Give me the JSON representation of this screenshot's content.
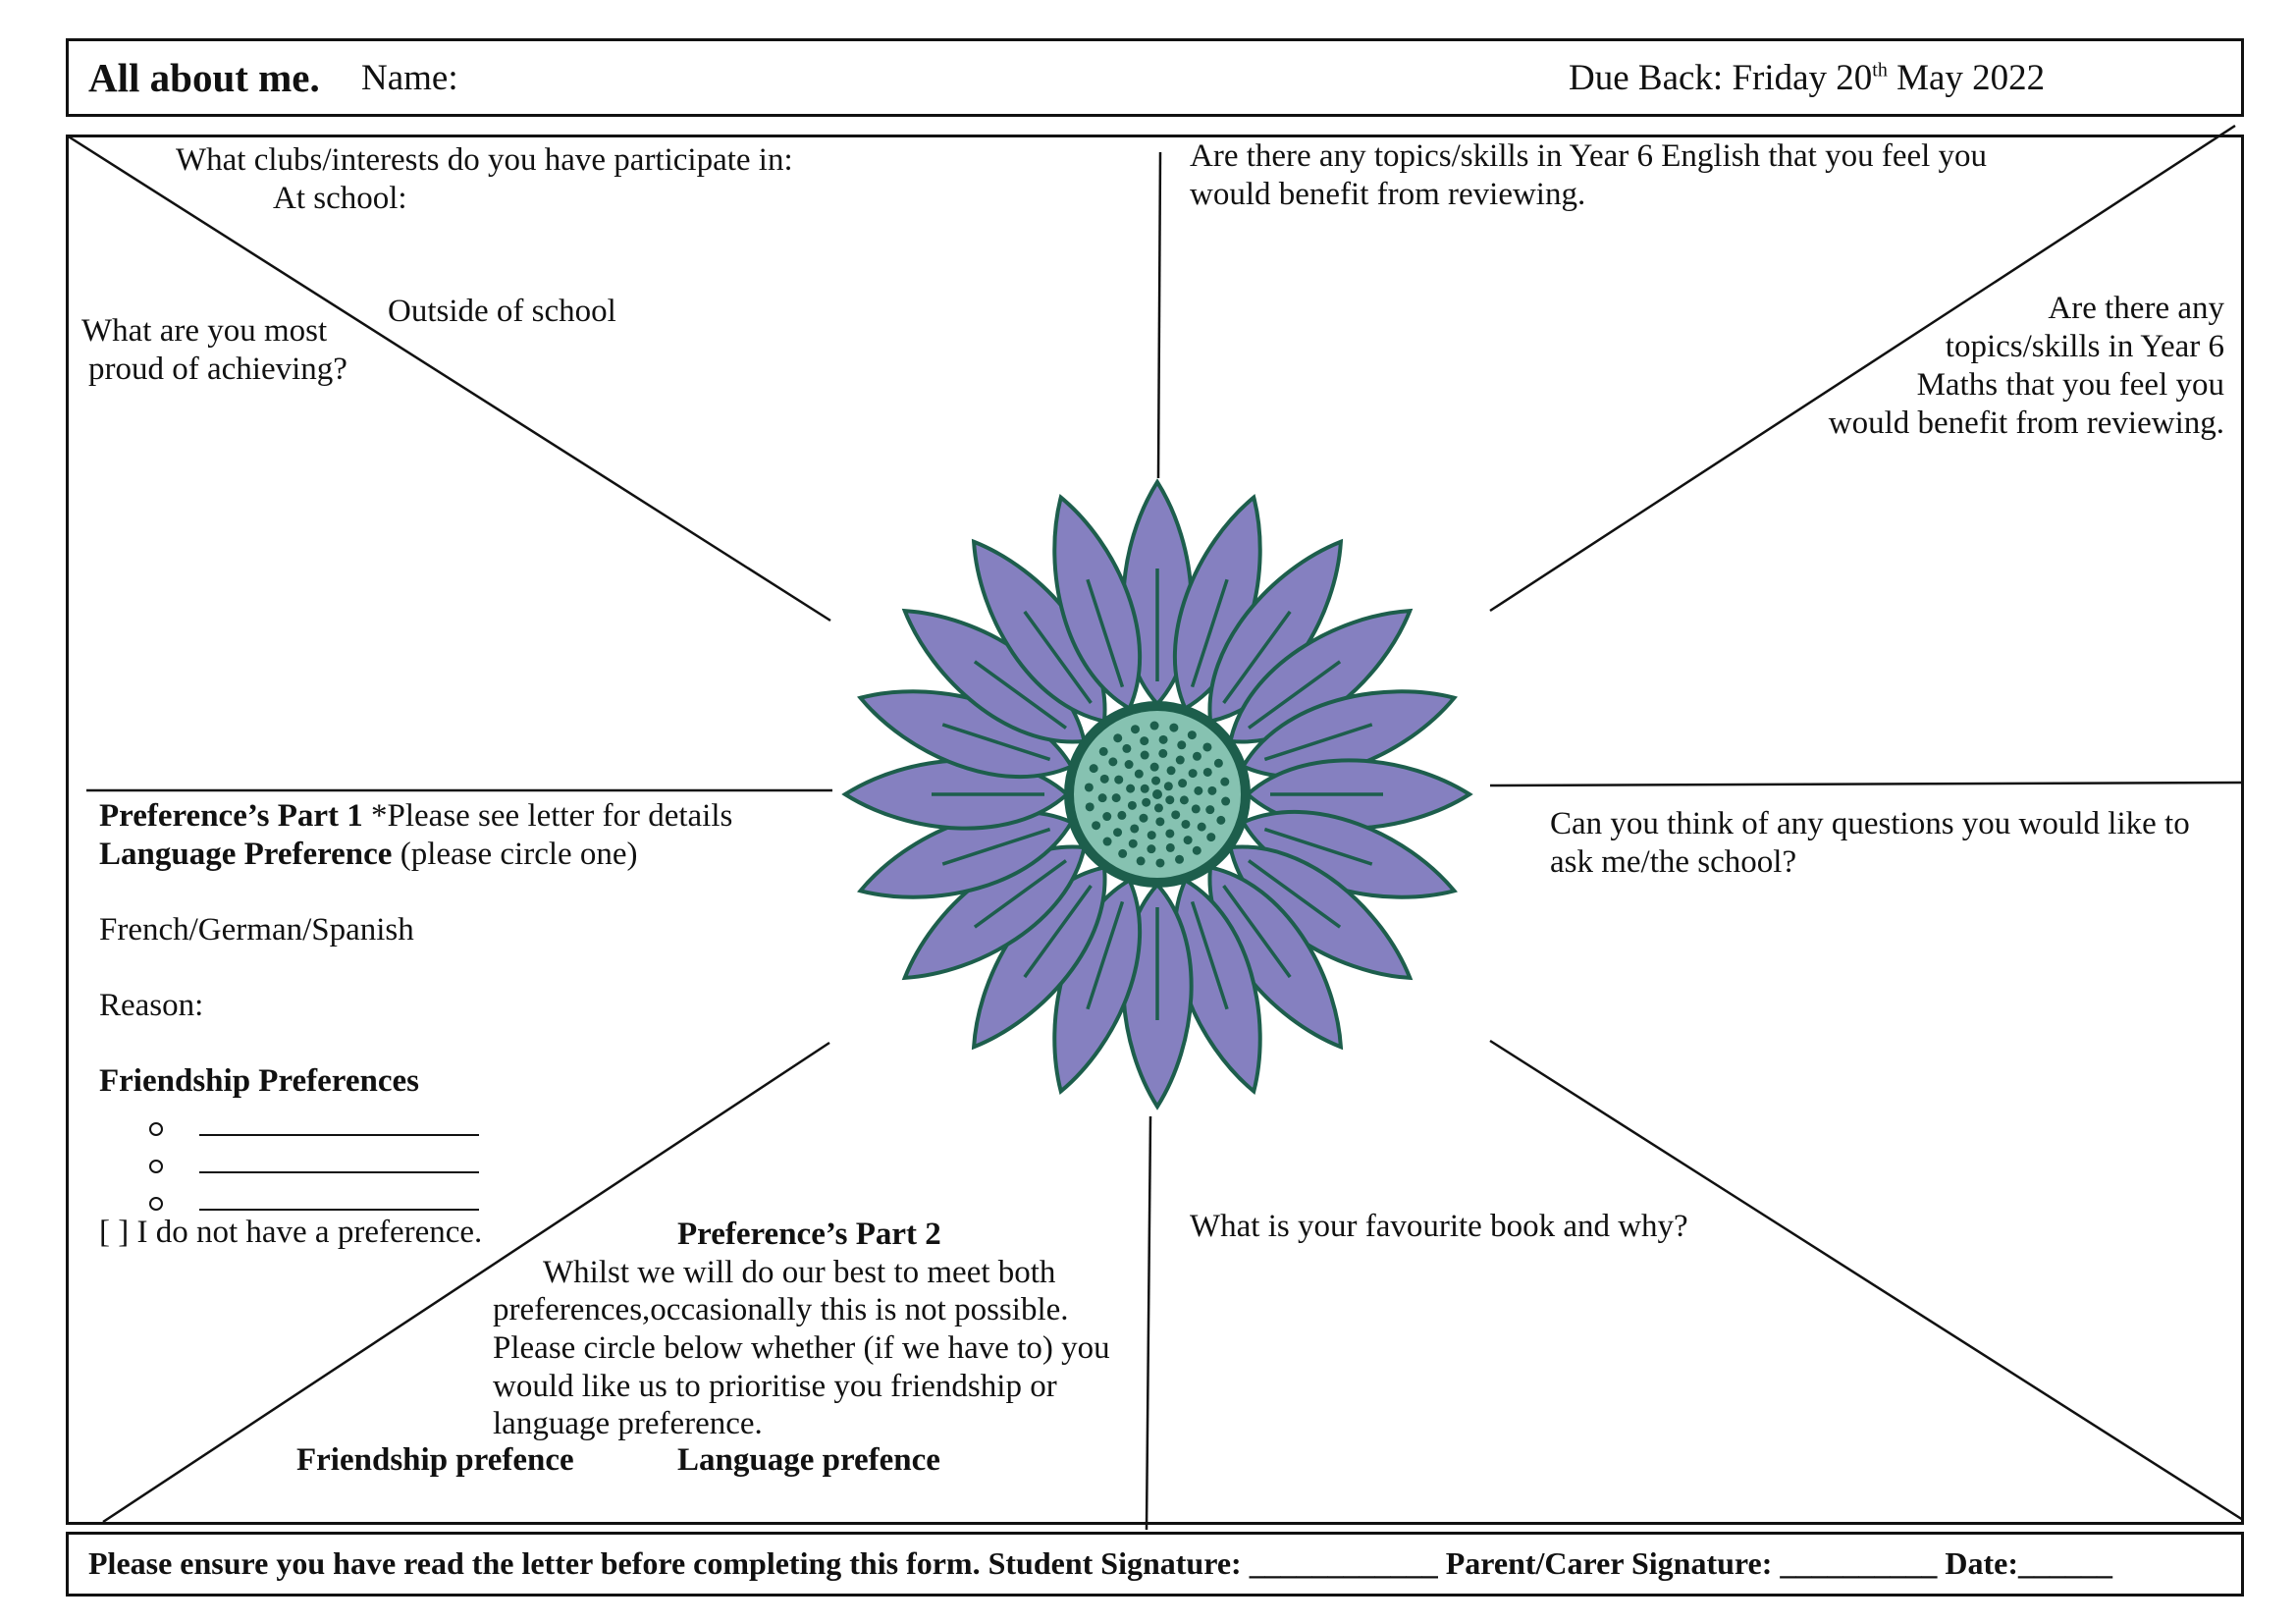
{
  "header": {
    "title": "All about me.",
    "name_label": "Name:",
    "due_prefix": "Due Back: Friday 20",
    "due_sup": "th",
    "due_suffix": " May 2022"
  },
  "sections": {
    "clubs_question": "What clubs/interests do you have participate in:",
    "at_school": "At school:",
    "outside_school": "Outside of school",
    "proud_line1": "What are you most",
    "proud_line2": "proud of achieving?",
    "english_line1": "Are there any topics/skills in Year 6 English that you feel you",
    "english_line2": "would benefit from reviewing.",
    "maths_line1": "Are there any",
    "maths_line2": "topics/skills in Year 6",
    "maths_line3": "Maths that you feel you",
    "maths_line4": "would benefit from reviewing.",
    "questions_line1": "Can you think of any questions you would like to",
    "questions_line2": "ask me/the school?",
    "book_question": "What is your favourite book and why?"
  },
  "preferences_part1": {
    "heading": "Preference’s Part 1",
    "note": " *Please see letter for details",
    "language_heading": "Language Preference",
    "language_note": " (please circle one)",
    "languages": "French/German/Spanish",
    "reason_label": "Reason:",
    "friendship_heading": "Friendship Preferences",
    "no_preference": "[   ] I do not have a preference."
  },
  "preferences_part2": {
    "heading": "Preference’s Part 2",
    "line1": "Whilst we will do our best to meet both",
    "line2": "preferences,occasionally this is not possible.",
    "line3": "Please circle below whether (if we have to) you",
    "line4": "would like us to prioritise you friendship or",
    "line5": "language preference.",
    "option_friendship": "Friendship prefence",
    "option_language": "Language prefence"
  },
  "footer": {
    "text": "Please ensure you have read the letter before completing this form. Student Signature: ____________ Parent/Carer Signature: __________ Date:______"
  },
  "colors": {
    "petal_fill": "#8580c0",
    "petal_stroke": "#1d5e4c",
    "center_fill": "#86c2b1",
    "center_ring": "#1d5e4c"
  }
}
